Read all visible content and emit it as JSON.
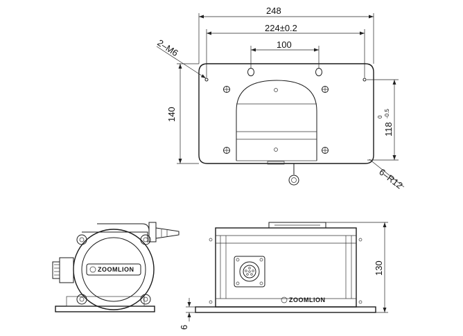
{
  "dimensions": {
    "overall_width": "248",
    "hole_spacing": "224±0.2",
    "top_hole_spacing": "100",
    "plate_height": "140",
    "slot_height": "118",
    "slot_tolerance_upper": "0",
    "slot_tolerance_lower": "-0.5",
    "mount_holes": "2–M6",
    "corner_radius": "6–R12",
    "body_height": "130",
    "base_thickness": "6"
  },
  "brand": {
    "front_label": "ZOOMLION",
    "side_label": "ZOOMLION"
  }
}
